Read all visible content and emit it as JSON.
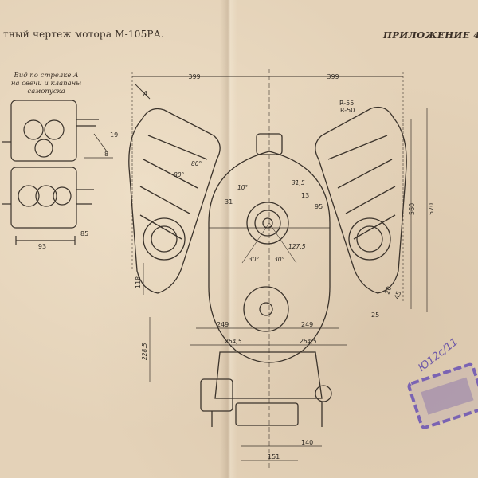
{
  "header": {
    "left_title": "тный чертеж мотора М-105РА.",
    "appendix": "ПРИЛОЖЕНИЕ 4."
  },
  "side_view": {
    "caption_lines": [
      "Вид по стрелке А",
      "на свечи и клапаны",
      "самопуска"
    ],
    "dims": {
      "w93": "93",
      "d85": "85",
      "a19": "19",
      "a8": "8"
    }
  },
  "front_view": {
    "arrow_label": "А",
    "dims": {
      "half_left": "399",
      "half_right": "399",
      "r55": "R-55",
      "r50": "R-50",
      "h560": "560",
      "h570": "570",
      "a80a": "80°",
      "a80b": "80°",
      "d10": "10°",
      "d31": "31",
      "d315": "31,5",
      "d13": "13",
      "d95": "95",
      "d1275": "127,5",
      "a30l": "30°",
      "a30r": "30°",
      "h118": "118",
      "h2285": "228,5",
      "w249l": "249",
      "w249r": "249",
      "w2645l": "264,5",
      "w2645r": "264,5",
      "d25": "25",
      "d20": "20",
      "d45": "45",
      "w151": "151",
      "w140": "140"
    }
  },
  "stamp": {
    "handwriting": "Ю12с/11",
    "color": "#6f5aa8"
  }
}
